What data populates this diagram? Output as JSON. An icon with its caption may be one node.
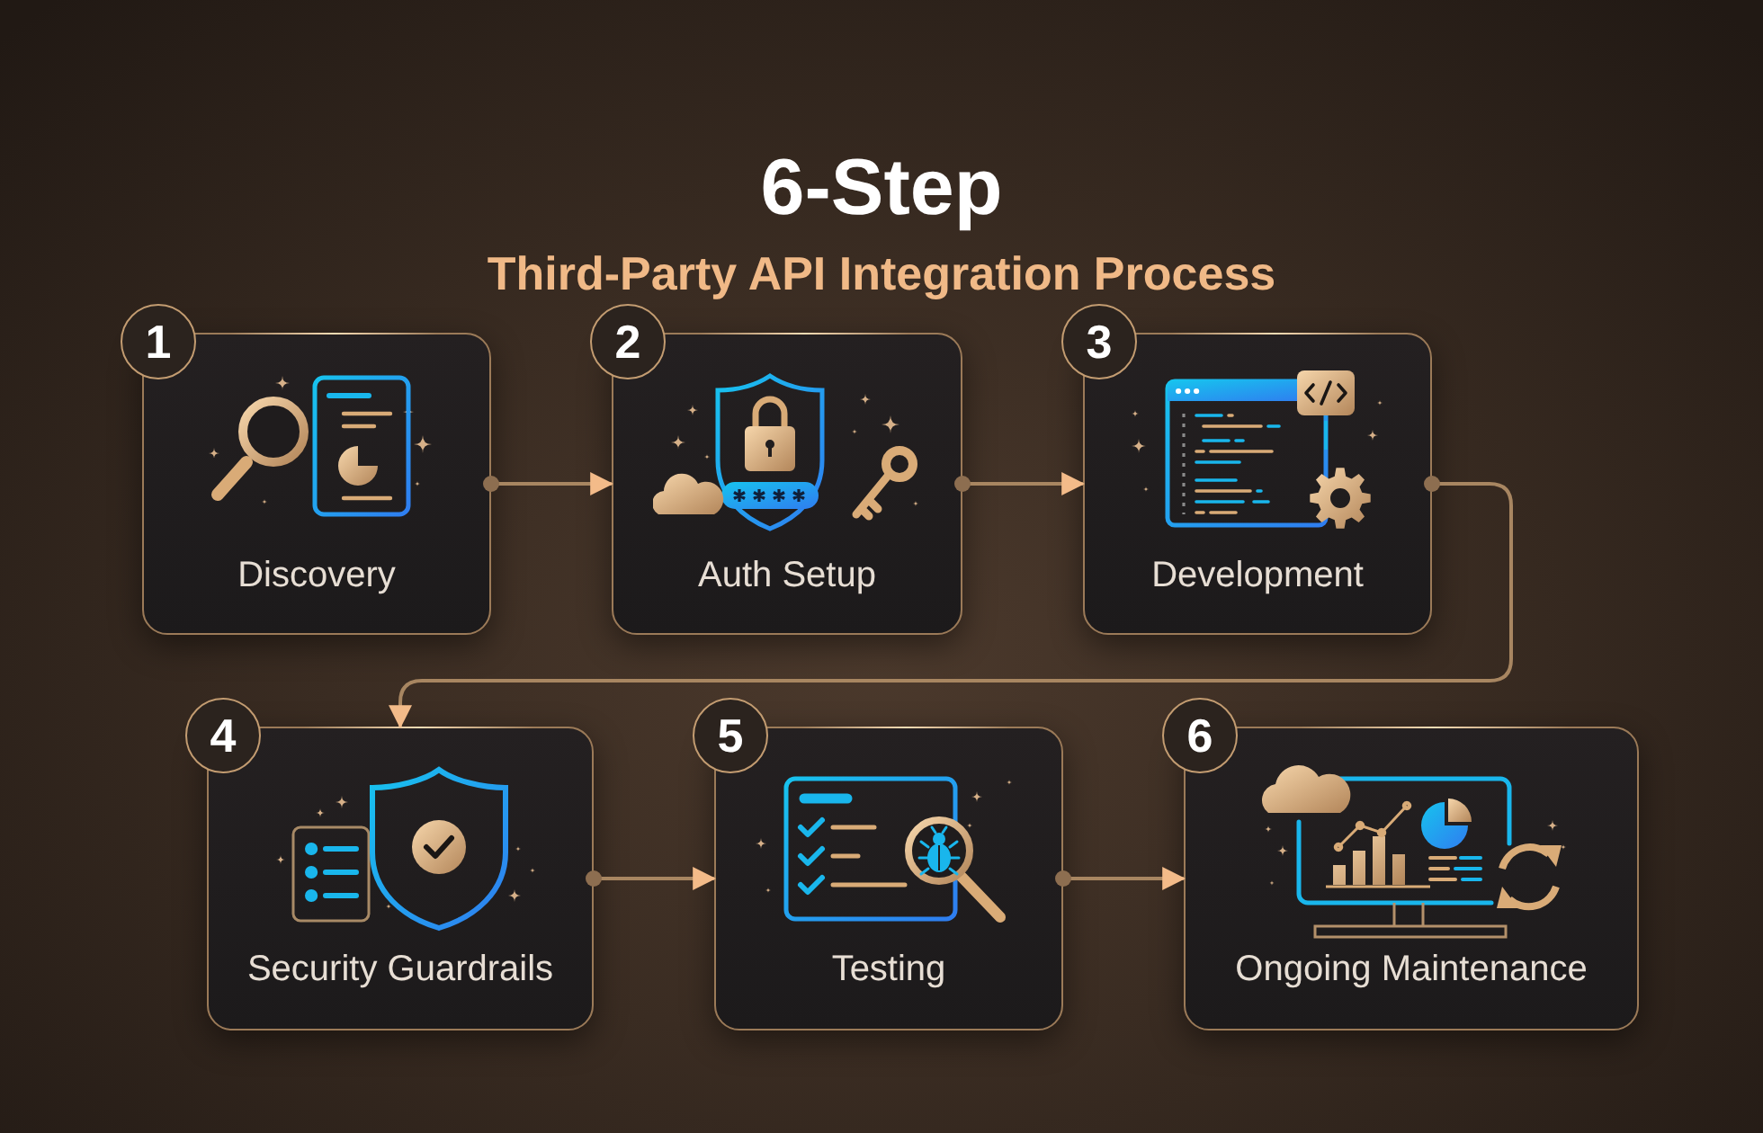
{
  "diagram": {
    "title": "6-Step",
    "nodes": [
      {
        "text": [
          "1",
          "Discovery"
        ]
      },
      {
        "text": [
          "2",
          "Auth Setup"
        ]
      },
      {
        "text": [
          "3",
          "Development"
        ]
      },
      {
        "text": [
          "4",
          "Security Guardrails"
        ]
      },
      {
        "text": [
          "5",
          "Testing"
        ]
      },
      {
        "text": [
          "6",
          "Ongoing Maintenance"
        ]
      }
    ],
    "edges": [
      {
        "from": 0,
        "to": 1,
        "arrow": "to"
      },
      {
        "from": 1,
        "to": 2,
        "arrow": "to"
      },
      {
        "from": 2,
        "to": 3,
        "arrow": "to"
      },
      {
        "from": 3,
        "to": 4,
        "arrow": "to"
      },
      {
        "from": 4,
        "to": 5,
        "arrow": "to"
      }
    ],
    "labels": [
      "Third-Party API Integration Process"
    ]
  }
}
